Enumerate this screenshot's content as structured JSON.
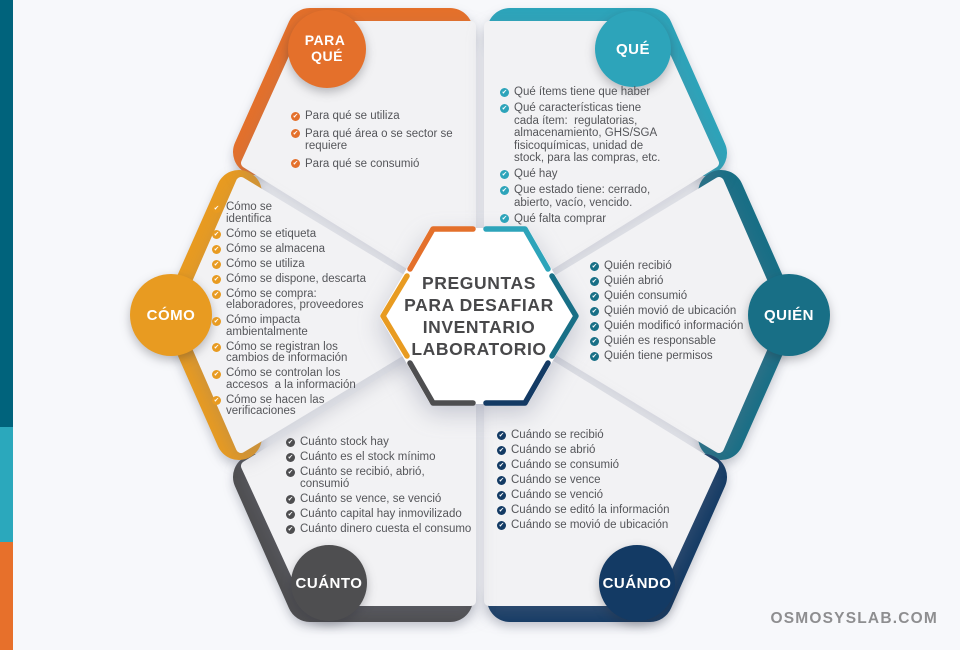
{
  "background_color": "#f7f8fb",
  "panel_color": "#f2f2f4",
  "list_text_color": "#55565a",
  "footer": {
    "brand": "OSMOSYSLAB.COM",
    "color": "#8e8e90"
  },
  "side_bars": [
    {
      "name": "dark-teal-bar",
      "color": "#00637c"
    },
    {
      "name": "teal-bar",
      "color": "#2ba8bc"
    },
    {
      "name": "orange-bar",
      "color": "#e7702b"
    }
  ],
  "center": {
    "lines": [
      "PREGUNTAS",
      "PARA DESAFIAR",
      "INVENTARIO",
      "LABORATORIO"
    ],
    "text_color": "#48484a"
  },
  "segments": {
    "para_que": {
      "label": "PARA QUÉ",
      "label_lines": [
        "PARA",
        "QUÉ"
      ],
      "color": "#e4702b",
      "items": [
        [
          "Para qué se utiliza"
        ],
        [
          "Para qué área o se sector se",
          "requiere"
        ],
        [
          "Para qué se consumió"
        ]
      ]
    },
    "que": {
      "label": "QUÉ",
      "label_lines": [
        "QUÉ"
      ],
      "color": "#2da4ba",
      "items": [
        [
          "Qué ítems tiene que haber"
        ],
        [
          "Qué características tiene",
          "cada ítem:  regulatorias,",
          "almacenamiento, GHS/SGA",
          "fisicoquímicas, unidad de",
          "stock, para las compras, etc."
        ],
        [
          "Qué hay"
        ],
        [
          "Que estado tiene: cerrado,",
          "abierto, vacío, vencido."
        ],
        [
          "Qué falta comprar"
        ]
      ]
    },
    "quien": {
      "label": "QUIÉN",
      "label_lines": [
        "QUIÉN"
      ],
      "color": "#186f86",
      "items": [
        [
          "Quién recibió"
        ],
        [
          "Quién abrió"
        ],
        [
          "Quién consumió"
        ],
        [
          "Quién movió de ubicación"
        ],
        [
          "Quién modificó información"
        ],
        [
          "Quién es responsable"
        ],
        [
          "Quién tiene permisos"
        ]
      ]
    },
    "cuando": {
      "label": "CUÁNDO",
      "label_lines": [
        "CUÁNDO"
      ],
      "color": "#133a64",
      "items": [
        [
          "Cuándo se recibió"
        ],
        [
          "Cuándo se abrió"
        ],
        [
          "Cuándo se consumió"
        ],
        [
          "Cuándo se vence"
        ],
        [
          "Cuándo se venció"
        ],
        [
          "Cuándo se editó la información"
        ],
        [
          "Cuándo se movió de ubicación"
        ]
      ]
    },
    "cuanto": {
      "label": "CUÁNTO",
      "label_lines": [
        "CUÁNTO"
      ],
      "color": "#4e4e50",
      "items": [
        [
          "Cuánto stock hay"
        ],
        [
          "Cuánto es el stock mínimo"
        ],
        [
          "Cuánto se recibió, abrió,",
          "consumió"
        ],
        [
          "Cuánto se vence, se venció"
        ],
        [
          "Cuánto capital hay inmovilizado"
        ],
        [
          "Cuánto dinero cuesta el consumo"
        ]
      ]
    },
    "como": {
      "label": "CÓMO",
      "label_lines": [
        "CÓMO"
      ],
      "color": "#e89b21",
      "items": [
        [
          "Cómo se",
          "identifica"
        ],
        [
          "Cómo se etiqueta"
        ],
        [
          "Cómo se almacena"
        ],
        [
          "Cómo se utiliza"
        ],
        [
          "Cómo se dispone, descarta"
        ],
        [
          "Cómo se compra:",
          "elaboradores, proveedores"
        ],
        [
          "Cómo impacta",
          "ambientalmente"
        ],
        [
          "Cómo se registran los",
          "cambios de información"
        ],
        [
          "Cómo se controlan los",
          "accesos  a la información"
        ],
        [
          "Cómo se hacen las",
          "verificaciones"
        ]
      ]
    }
  }
}
